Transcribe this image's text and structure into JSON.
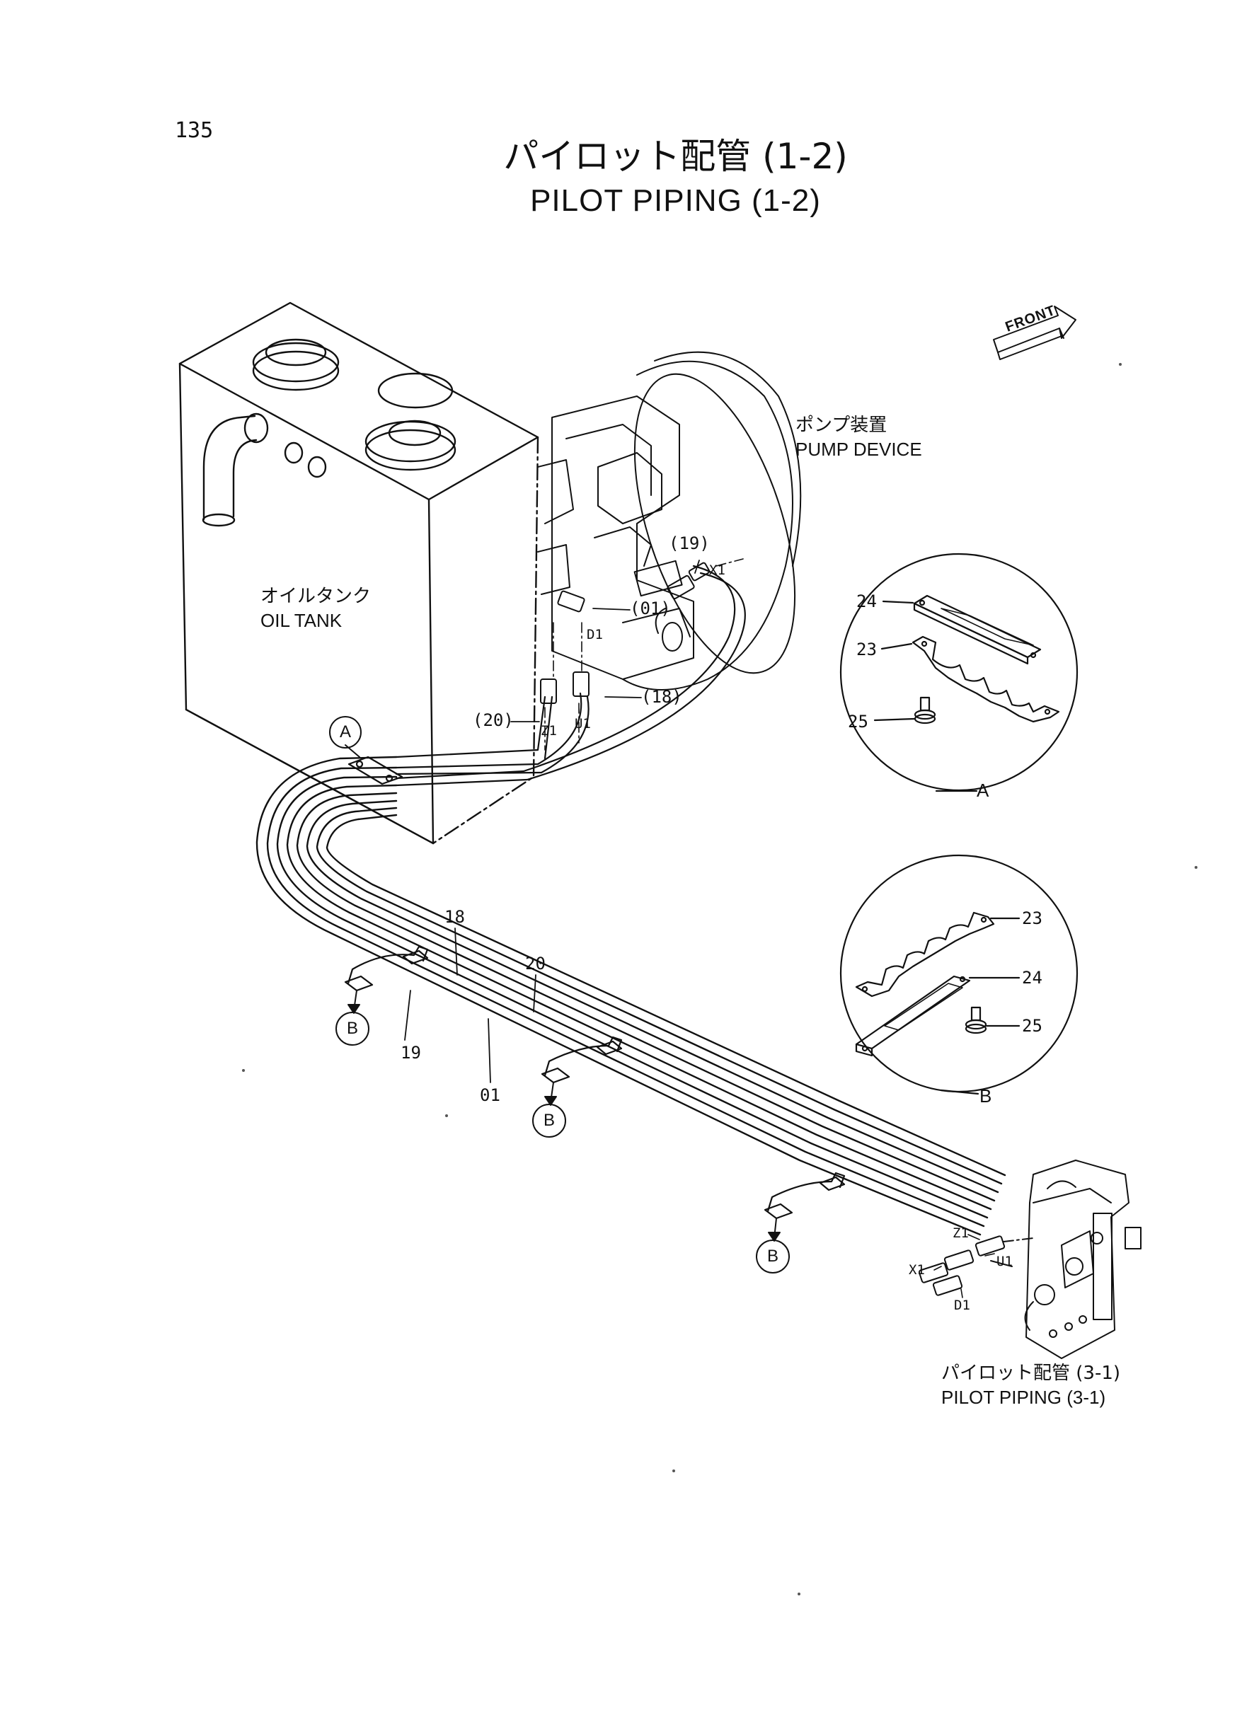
{
  "page_number": "135",
  "title_jp": "パイロット配管 (1-2)",
  "title_en": "PILOT PIPING (1-2)",
  "front_label": "FRONT",
  "pump_device": {
    "jp": "ポンプ装置",
    "en": "PUMP DEVICE"
  },
  "oil_tank": {
    "jp": "オイルタンク",
    "en": "OIL TANK"
  },
  "pilot_piping_ref": {
    "jp": "パイロット配管 (3-1)",
    "en": "PILOT PIPING (3-1)"
  },
  "callouts": {
    "p19_paren": "(19)",
    "p01_paren": "(01)",
    "p18_paren": "(18)",
    "p20_paren": "(20)",
    "x1_top": "X1",
    "d1_top": "D1",
    "z1_top": "Z1",
    "u1_top": "U1",
    "p18": "18",
    "p20": "20",
    "p19": "19",
    "p01": "01",
    "z1_bottom": "Z1",
    "u1_bottom": "U1",
    "x1_bottom": "X1",
    "d1_bottom": "D1"
  },
  "clamp_markers": {
    "a": "A",
    "b1": "B",
    "b2": "B",
    "b3": "B"
  },
  "detail_a": {
    "label": "A",
    "parts": [
      "24",
      "23",
      "25"
    ]
  },
  "detail_b": {
    "label": "B",
    "parts": [
      "23",
      "24",
      "25"
    ]
  }
}
